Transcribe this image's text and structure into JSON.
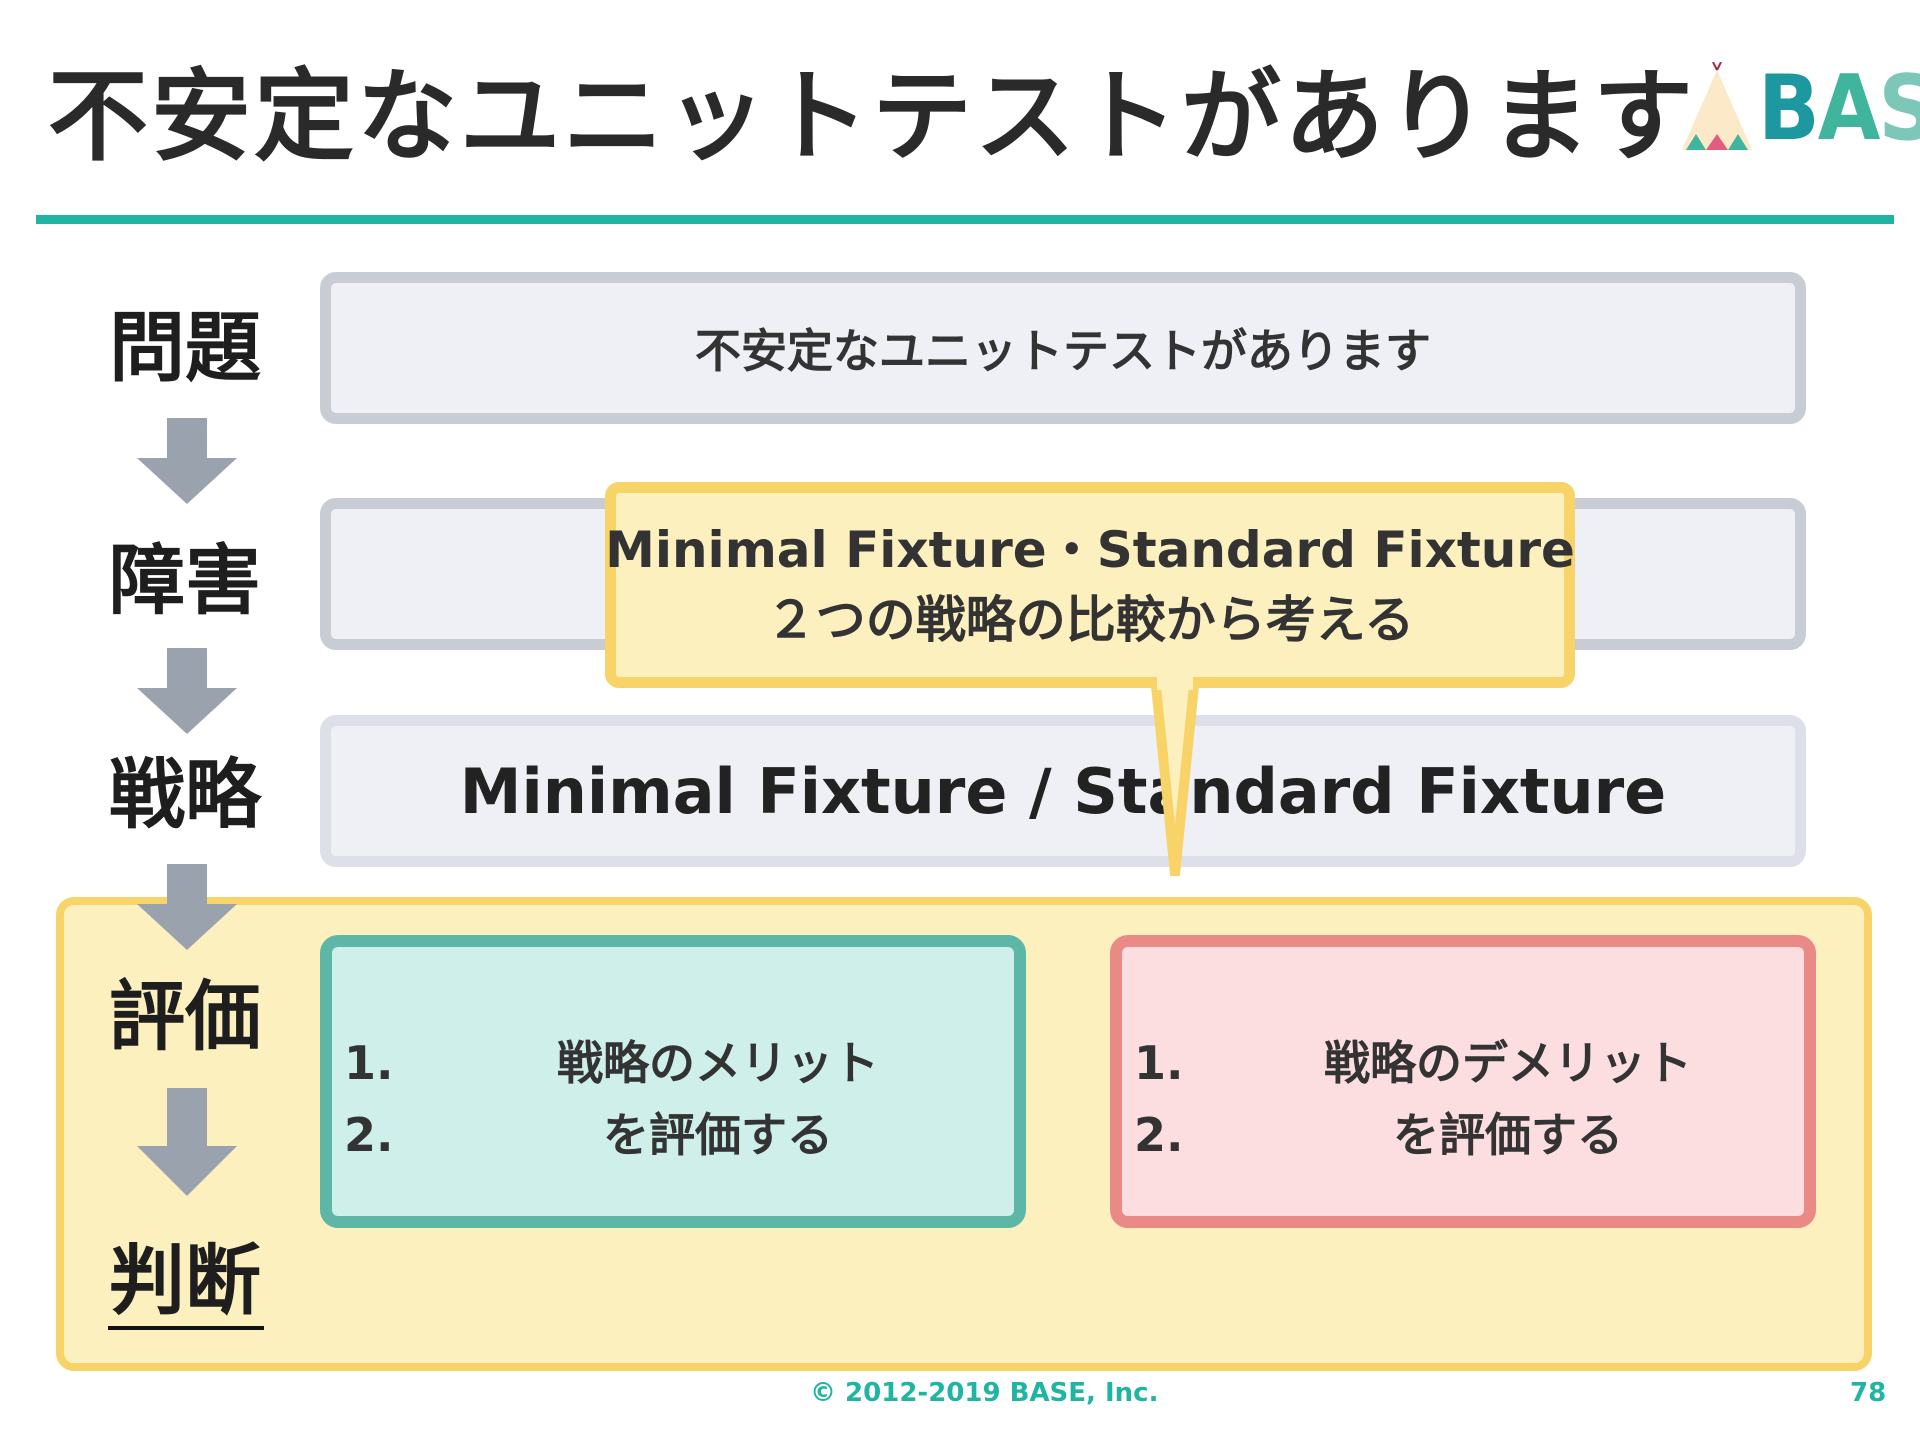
{
  "slide": {
    "title": "不安定なユニットテストがあります",
    "logo_text": "BASE",
    "page_number": "78",
    "copyright": "© 2012-2019 BASE, Inc."
  },
  "steps": {
    "problem": "問題",
    "obstacle": "障害",
    "strategy": "戦略",
    "evaluation": "評価",
    "judgment": "判断"
  },
  "boxes": {
    "problem_text": "不安定なユニットテストがあります",
    "strategy_text": "Minimal Fixture / Standard Fixture",
    "callout_line1": "Minimal Fixture・Standard Fixture",
    "callout_line2": "２つの戦略の比較から考える"
  },
  "merit": {
    "num1": "1.",
    "num2": "2.",
    "line1": "戦略のメリット",
    "line2": "を評価する"
  },
  "demerit": {
    "num1": "1.",
    "num2": "2.",
    "line1": "戦略のデメリット",
    "line2": "を評価する"
  },
  "colors": {
    "accent_teal": "#1fb5a2",
    "yellow_border": "#f8d368",
    "yellow_fill": "#fdf0bf",
    "green_border": "#5cb7a6",
    "pink_border": "#e98a86",
    "arrow_gray": "#9aa2ae"
  }
}
